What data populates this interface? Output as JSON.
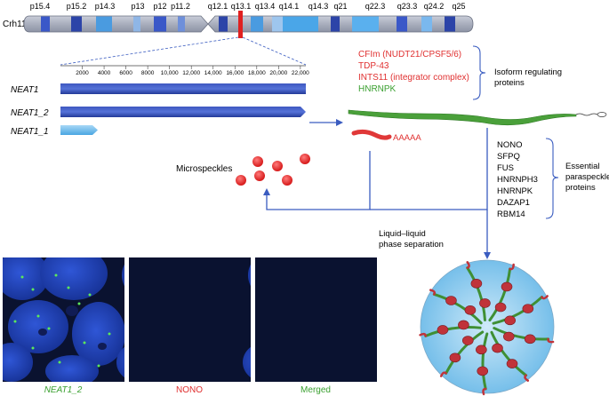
{
  "chromosome": {
    "name": "Crh11",
    "bands": [
      "p15.4",
      "p15.2",
      "p14.3",
      "p13",
      "p12",
      "p11.2",
      "q12.1",
      "q13.1",
      "q13.4",
      "q14.1",
      "q14.3",
      "q21",
      "q22.3",
      "q23.3",
      "q24.2",
      "q25"
    ]
  },
  "ruler": {
    "ticks": [
      "2000",
      "4000",
      "6000",
      "8000",
      "10,000",
      "12,000",
      "14,000",
      "16,000",
      "18,000",
      "20,000",
      "22,000"
    ]
  },
  "transcripts": {
    "neat1": "NEAT1",
    "neat1_2": "NEAT1_2",
    "neat1_1": "NEAT1_1"
  },
  "isoform_proteins": {
    "items": [
      {
        "text": "CFIm (NUDT21/CPSF5/6)",
        "color": "#e03030"
      },
      {
        "text": "TDP-43",
        "color": "#e03030"
      },
      {
        "text": "INTS11 (integrator complex)",
        "color": "#e03030"
      },
      {
        "text": "HNRNPK",
        "color": "#3aa030"
      }
    ],
    "label_line1": "Isoform regulating",
    "label_line2": "proteins"
  },
  "polya": "AAAAA",
  "microspeckles": "Microspeckles",
  "essential_proteins": {
    "items": [
      "NONO",
      "SFPQ",
      "FUS",
      "HNRNPH3",
      "HNRNPK",
      "DAZAP1",
      "RBM14"
    ],
    "label_line1": "Essential",
    "label_line2": "paraspeckle",
    "label_line3": "proteins"
  },
  "llps": {
    "line1": "Liquid–liquid",
    "line2": "phase separation"
  },
  "micrographs": {
    "captions": [
      {
        "text": "NEAT1_2",
        "color": "#3aa030",
        "italic": true
      },
      {
        "text": "NONO",
        "color": "#e03030",
        "italic": false
      },
      {
        "text": "Merged",
        "color": "#3aa030",
        "italic": false
      }
    ]
  },
  "colors": {
    "navy": "#2b44a8",
    "arrow": "#3a5cc0",
    "red": "#e03030",
    "green": "#3aa030",
    "rna_green": "#4aa03a"
  }
}
